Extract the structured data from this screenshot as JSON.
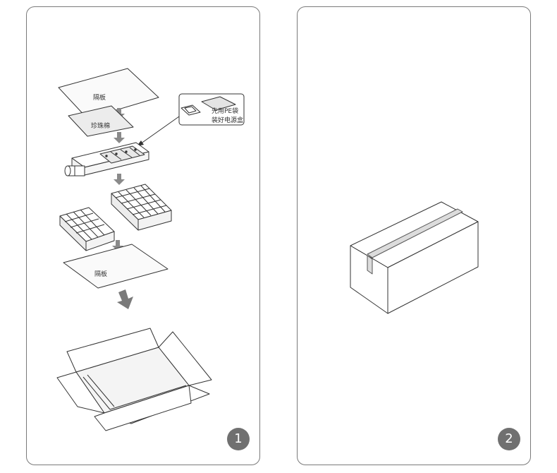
{
  "steps": [
    {
      "number": "1",
      "labels": {
        "top_divider": "隔板",
        "pearl_cotton": "珍珠棉",
        "callout_line1": "先用PE袋",
        "callout_line2": "装好电源盒",
        "bottom_divider": "隔板"
      }
    },
    {
      "number": "2"
    }
  ],
  "colors": {
    "border": "#7a7a7a",
    "badge": "#707070",
    "arrow": "#8a8a8a",
    "line": "#333333"
  }
}
